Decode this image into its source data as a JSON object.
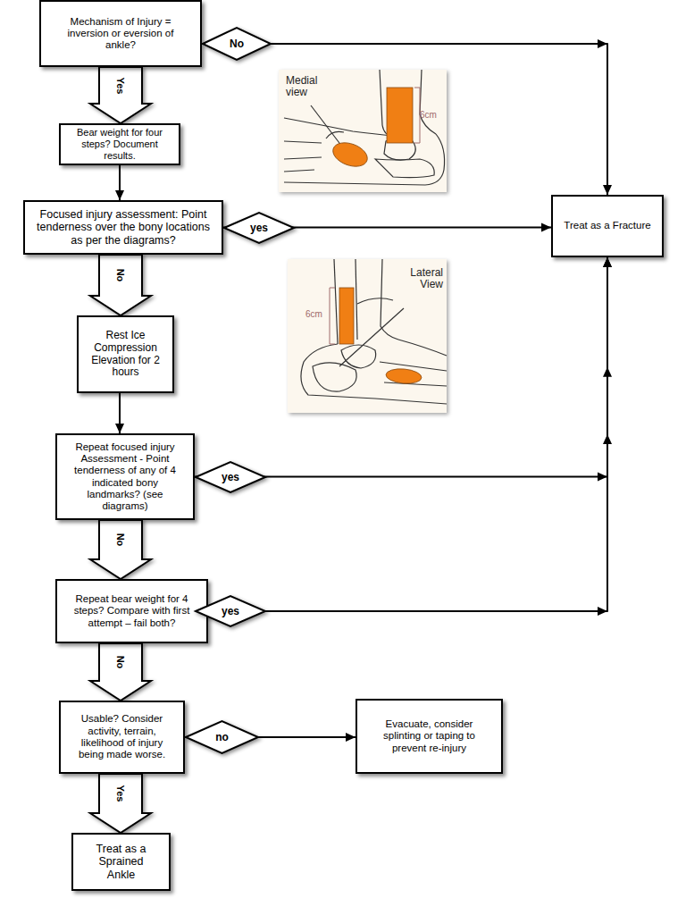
{
  "diagram": {
    "nodes": [
      {
        "text": [
          "Mechanism of Injury = inversion or eversion of ankle?"
        ]
      },
      {
        "text": [
          "Bear weight for four steps? Document results."
        ]
      },
      {
        "text": [
          "Focused injury assessment: Point tenderness over the bony locations as per the diagrams?"
        ]
      },
      {
        "text": [
          "Treat as a Fracture"
        ]
      },
      {
        "text": [
          "Rest Ice Compression Elevation for 2 hours"
        ]
      },
      {
        "text": [
          "Repeat focused injury Assessment - Point tenderness of any of 4 indicated bony landmarks? (see diagrams)"
        ]
      },
      {
        "text": [
          "Repeat bear weight for 4 steps? Compare with first attempt – fail both?"
        ]
      },
      {
        "text": [
          "Usable? Consider activity, terrain, likelihood of injury being made worse."
        ]
      },
      {
        "text": [
          "Evacuate, consider splinting or taping to prevent re-injury"
        ]
      },
      {
        "text": [
          "Treat as a Sprained Ankle"
        ]
      }
    ],
    "edges": [
      {
        "from": 0,
        "to": 3,
        "label": "No",
        "arrow": "to"
      },
      {
        "from": 0,
        "to": 1,
        "label": "Yes",
        "arrow": "to"
      },
      {
        "from": 1,
        "to": 2,
        "arrow": "to"
      },
      {
        "from": 2,
        "to": 3,
        "label": "yes",
        "arrow": "to"
      },
      {
        "from": 2,
        "to": 4,
        "label": "No",
        "arrow": "to"
      },
      {
        "from": 4,
        "to": 5,
        "arrow": "to"
      },
      {
        "from": 5,
        "to": 3,
        "label": "yes",
        "arrow": "to"
      },
      {
        "from": 5,
        "to": 6,
        "label": "No",
        "arrow": "to"
      },
      {
        "from": 6,
        "to": 3,
        "label": "yes",
        "arrow": "to"
      },
      {
        "from": 6,
        "to": 7,
        "label": "No",
        "arrow": "to"
      },
      {
        "from": 7,
        "to": 8,
        "label": "no",
        "arrow": "to"
      },
      {
        "from": 7,
        "to": 9,
        "label": "Yes",
        "arrow": "to"
      }
    ],
    "labels": [
      "Medial view",
      "6cm",
      "Lateral View",
      "6cm"
    ]
  }
}
